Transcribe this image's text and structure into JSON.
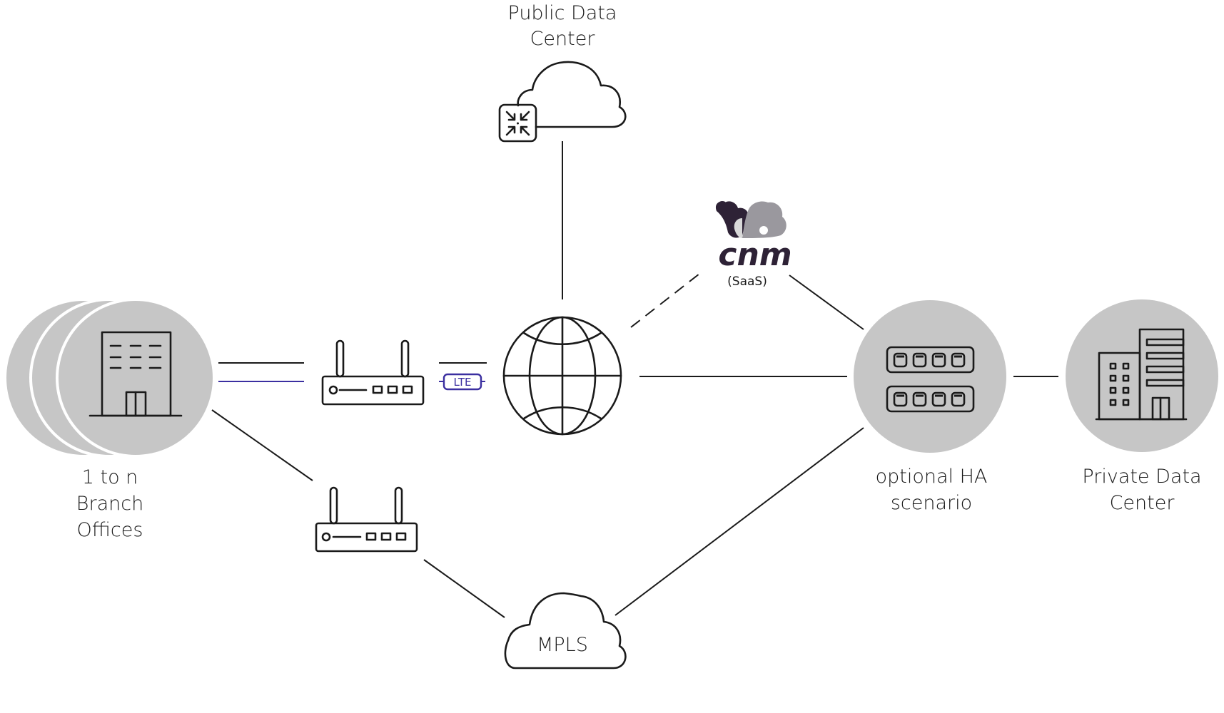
{
  "diagram": {
    "nodes": {
      "public_dc": {
        "label_lines": [
          "Public Data",
          "Center"
        ],
        "icon": "cloud-firewall-icon"
      },
      "cnm": {
        "logo_text": "cnm",
        "sub_label": "(SaaS)",
        "icon": "cnm-cloud-logo-icon"
      },
      "branch": {
        "label_lines": [
          "1 to n",
          "Branch",
          "Offices"
        ],
        "icon": "office-building-icon"
      },
      "router_internet": {
        "icon": "router-icon"
      },
      "router_mpls": {
        "icon": "router-icon"
      },
      "internet": {
        "icon": "globe-icon"
      },
      "ha": {
        "label_lines": [
          "optional HA",
          "scenario"
        ],
        "icon": "network-switch-icon"
      },
      "private_dc": {
        "label_lines": [
          "Private Data",
          "Center"
        ],
        "icon": "datacenter-buildings-icon"
      },
      "mpls": {
        "label": "MPLS",
        "icon": "cloud-icon"
      }
    },
    "lte_badge": "LTE",
    "links": [
      {
        "from": "branch",
        "to": "router_internet",
        "style": "solid"
      },
      {
        "from": "branch",
        "to": "router_internet",
        "style": "solid",
        "color": "#3b2fa0",
        "note": "LTE"
      },
      {
        "from": "router_internet",
        "to": "internet",
        "style": "solid"
      },
      {
        "from": "public_dc",
        "to": "internet",
        "style": "solid"
      },
      {
        "from": "internet",
        "to": "cnm",
        "style": "dashed"
      },
      {
        "from": "cnm",
        "to": "ha",
        "style": "solid"
      },
      {
        "from": "internet",
        "to": "ha",
        "style": "solid"
      },
      {
        "from": "ha",
        "to": "private_dc",
        "style": "solid"
      },
      {
        "from": "branch",
        "to": "router_mpls",
        "style": "solid"
      },
      {
        "from": "router_mpls",
        "to": "mpls",
        "style": "solid"
      },
      {
        "from": "mpls",
        "to": "ha",
        "style": "solid"
      }
    ],
    "colors": {
      "node_fill": "#c6c6c6",
      "line": "#1a1a1a",
      "lte_accent": "#3b2fa0",
      "cnm_dark": "#2e2236",
      "cnm_light": "#9a989e"
    }
  }
}
